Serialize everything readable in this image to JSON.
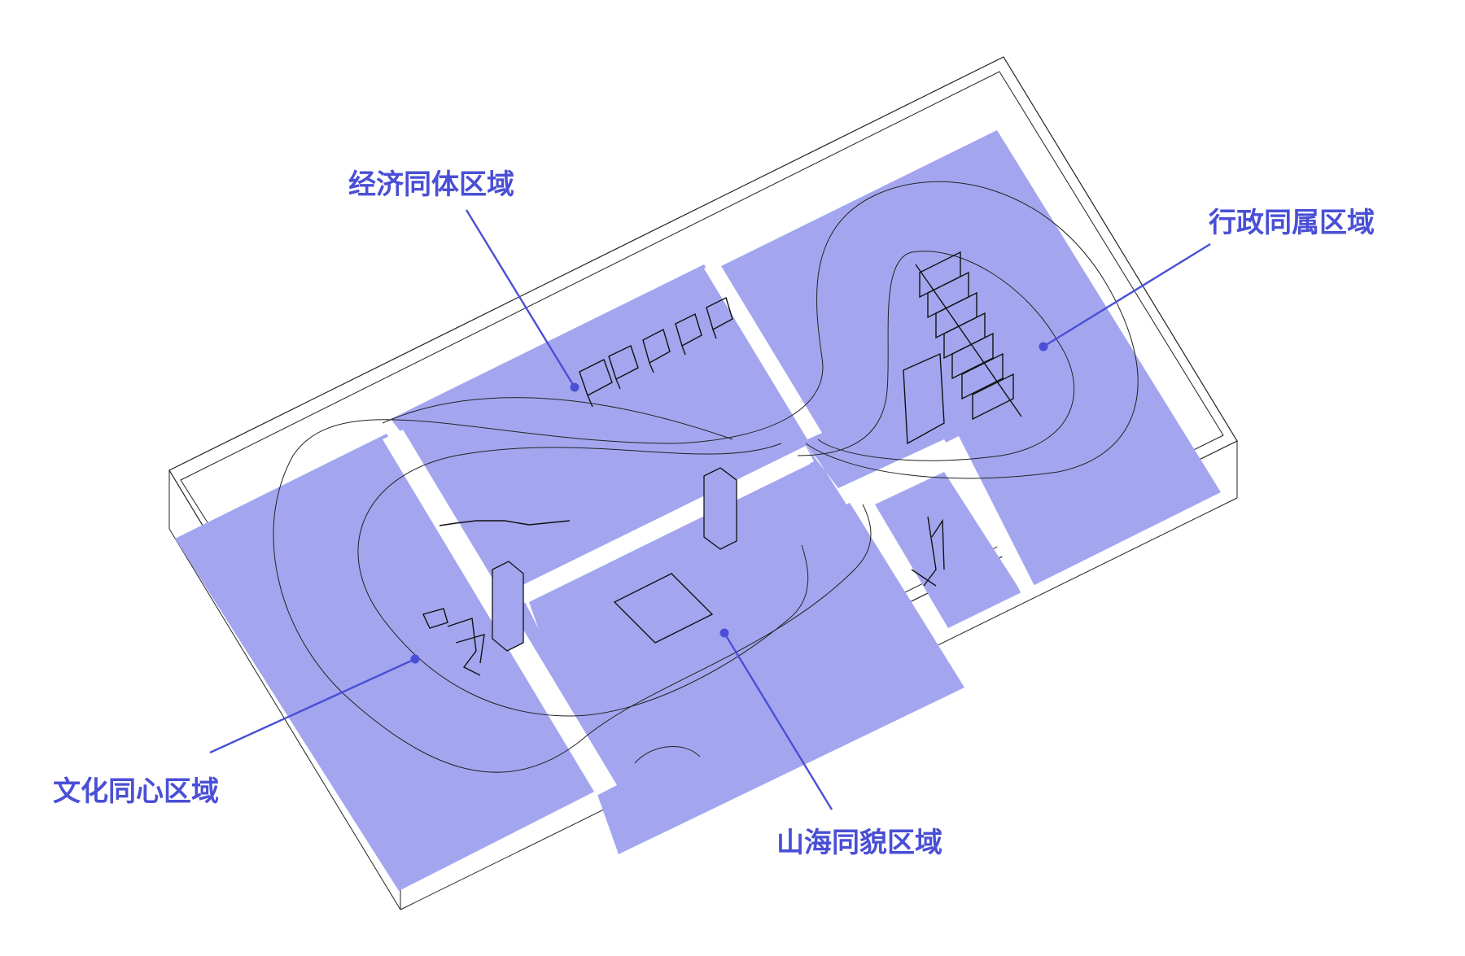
{
  "colors": {
    "floor": "#a3a6ee",
    "accent": "#4a4fd6",
    "path_gap": "#ffffff",
    "outline": "#222222"
  },
  "zones": [
    {
      "id": "economy",
      "label": "经济同体区域"
    },
    {
      "id": "administration",
      "label": "行政同属区域"
    },
    {
      "id": "culture",
      "label": "文化同心区域"
    },
    {
      "id": "landscape",
      "label": "山海同貌区域"
    }
  ]
}
